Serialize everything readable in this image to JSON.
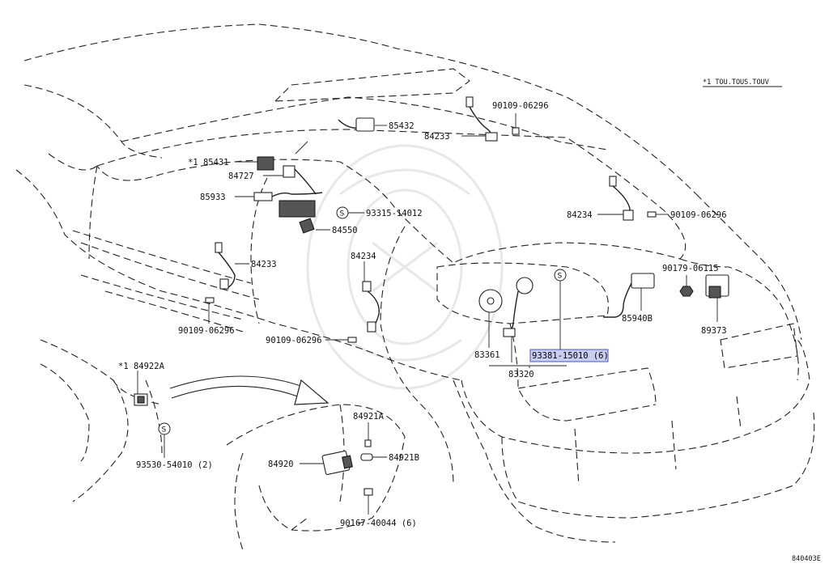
{
  "note": "*1 TOU.TOUS.TOUV",
  "footer_code": "840403E",
  "symbol_s": "S",
  "labels": {
    "p85432": "85432",
    "p84233_top": "84233",
    "p90109_top": "90109-06296",
    "p85431": "*1 85431",
    "p84727": "84727",
    "p85933": "85933",
    "p93315": "93315-14012",
    "p84550": "84550",
    "p84233_left": "84233",
    "p84234_mid": "84234",
    "p90109_left": "90109-06296",
    "p90109_mid": "90109-06296",
    "p84234_right": "84234",
    "p90109_right": "90109-06296",
    "p90179": "90179-06115",
    "p85940b": "85940B",
    "p89373": "89373",
    "p83361": "83361",
    "p93381": "93381-15010 (6)",
    "p83320": "83320",
    "p84922a": "*1 84922A",
    "p93530": "93530-54010 (2)",
    "p84921a": "84921A",
    "p84920": "84920",
    "p84921b": "84921B",
    "p90167": "90167-40044 (6)"
  },
  "highlight_color": "#c9cdf2"
}
